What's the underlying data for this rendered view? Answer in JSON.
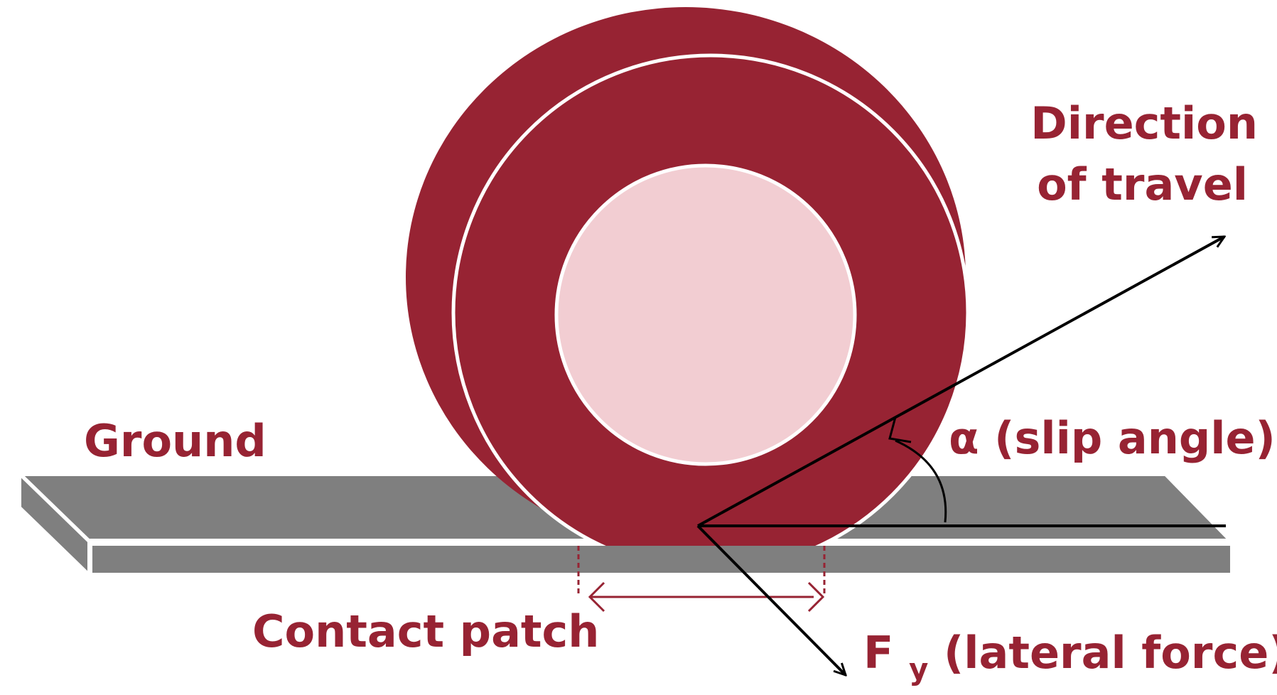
{
  "labels": {
    "ground": "Ground",
    "direction_line1": "Direction",
    "direction_line2": "of travel",
    "slip_angle": "α (slip angle)",
    "contact_patch": "Contact patch",
    "lateral_force_main": "F",
    "lateral_force_sub": "y",
    "lateral_force_rest": " (lateral force)"
  },
  "colors": {
    "tire": "#972333",
    "hub": "#f2cdd2",
    "ground_fill": "#7f7f7f",
    "line": "#000000",
    "text": "#972333"
  }
}
